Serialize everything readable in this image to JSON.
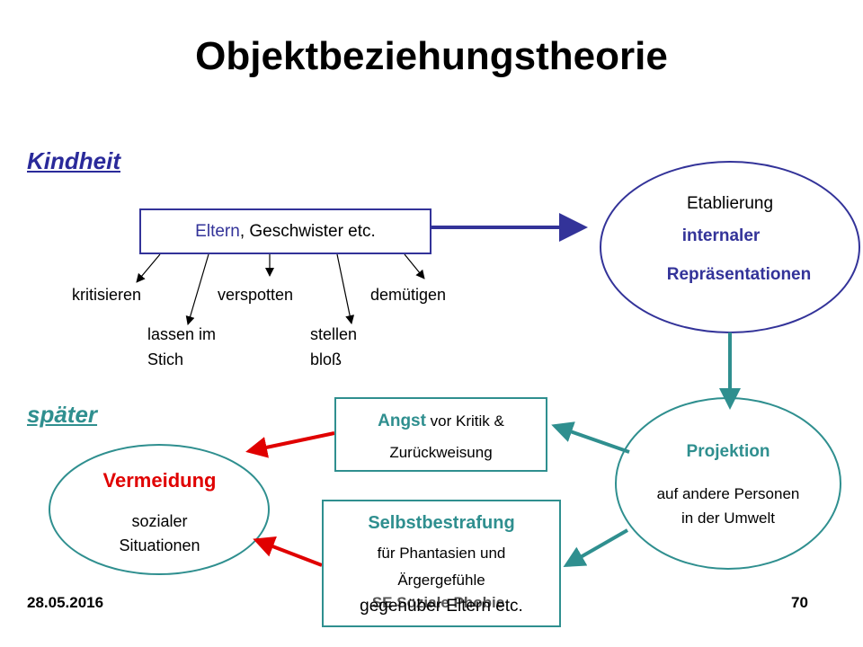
{
  "title": "Objektbeziehungstheorie",
  "sections": {
    "childhood": "Kindheit",
    "later": "später"
  },
  "parents_box": {
    "emph": "Eltern",
    "rest": ", Geschwister etc."
  },
  "actions": {
    "criticize": "kritisieren",
    "mock": "verspotten",
    "humiliate": "demütigen",
    "abandon_line1": "lassen im",
    "abandon_line2": "Stich",
    "expose_line1": "stellen",
    "expose_line2": "bloß"
  },
  "establishment": {
    "line1": "Etablierung",
    "line2": "internaler",
    "line3": "Repräsentationen"
  },
  "projection": {
    "title": "Projektion",
    "line1": "auf andere Personen",
    "line2": "in der Umwelt"
  },
  "fear_box": {
    "title": "Angst",
    "rest": " vor Kritik &",
    "line2": "Zurückweisung"
  },
  "self_punishment_box": {
    "title": "Selbstbestrafung",
    "line1": "für Phantasien und",
    "line2": "Ärgergefühle",
    "line3": "gegenüber Eltern etc."
  },
  "avoidance": {
    "title": "Vermeidung",
    "line1": "sozialer",
    "line2": "Situationen"
  },
  "footer": {
    "date": "28.05.2016",
    "center": "SE Soziale Phobie",
    "page": "70"
  },
  "colors": {
    "navy": "#333399",
    "teal": "#2f8f8f",
    "red": "#e00000",
    "title_blue": "#2a2a9a"
  }
}
